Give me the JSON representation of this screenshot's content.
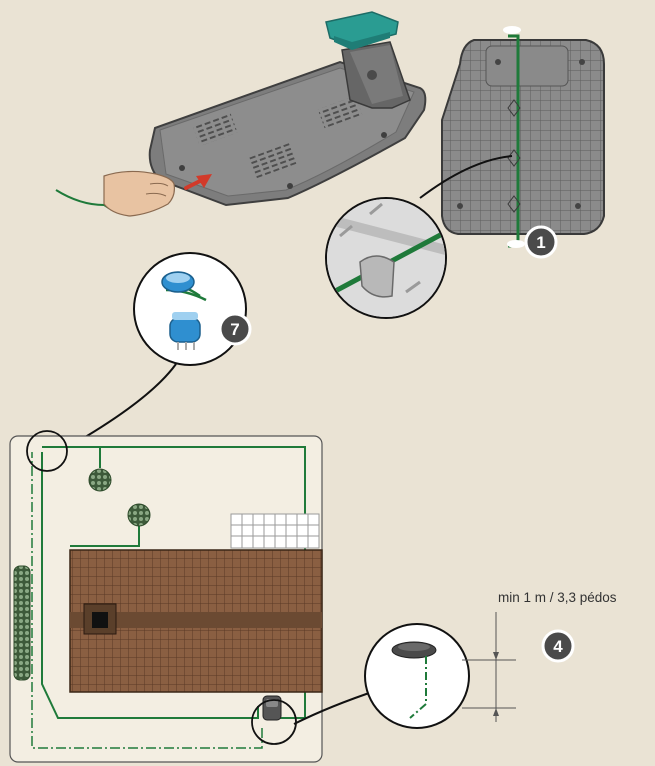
{
  "steps": [
    {
      "number": "1"
    },
    {
      "number": "7"
    },
    {
      "number": "4"
    }
  ],
  "dimension": {
    "text": "min 1 m / 3,3 pédos"
  },
  "colors": {
    "background": "#eae3d4",
    "boundary_wire": "#1f7a3a",
    "mower_body": "#7d7d7d",
    "charging_cap": "#2a9c92",
    "house_roof": "#7a5238",
    "step_badge": "#4a4a4a"
  },
  "icons": {
    "charging_station": "charging-station-base-icon",
    "mower": "robotic-mower-icon",
    "connector": "wire-connector-icon",
    "hand": "hand-icon",
    "arrow": "insert-arrow-icon"
  }
}
